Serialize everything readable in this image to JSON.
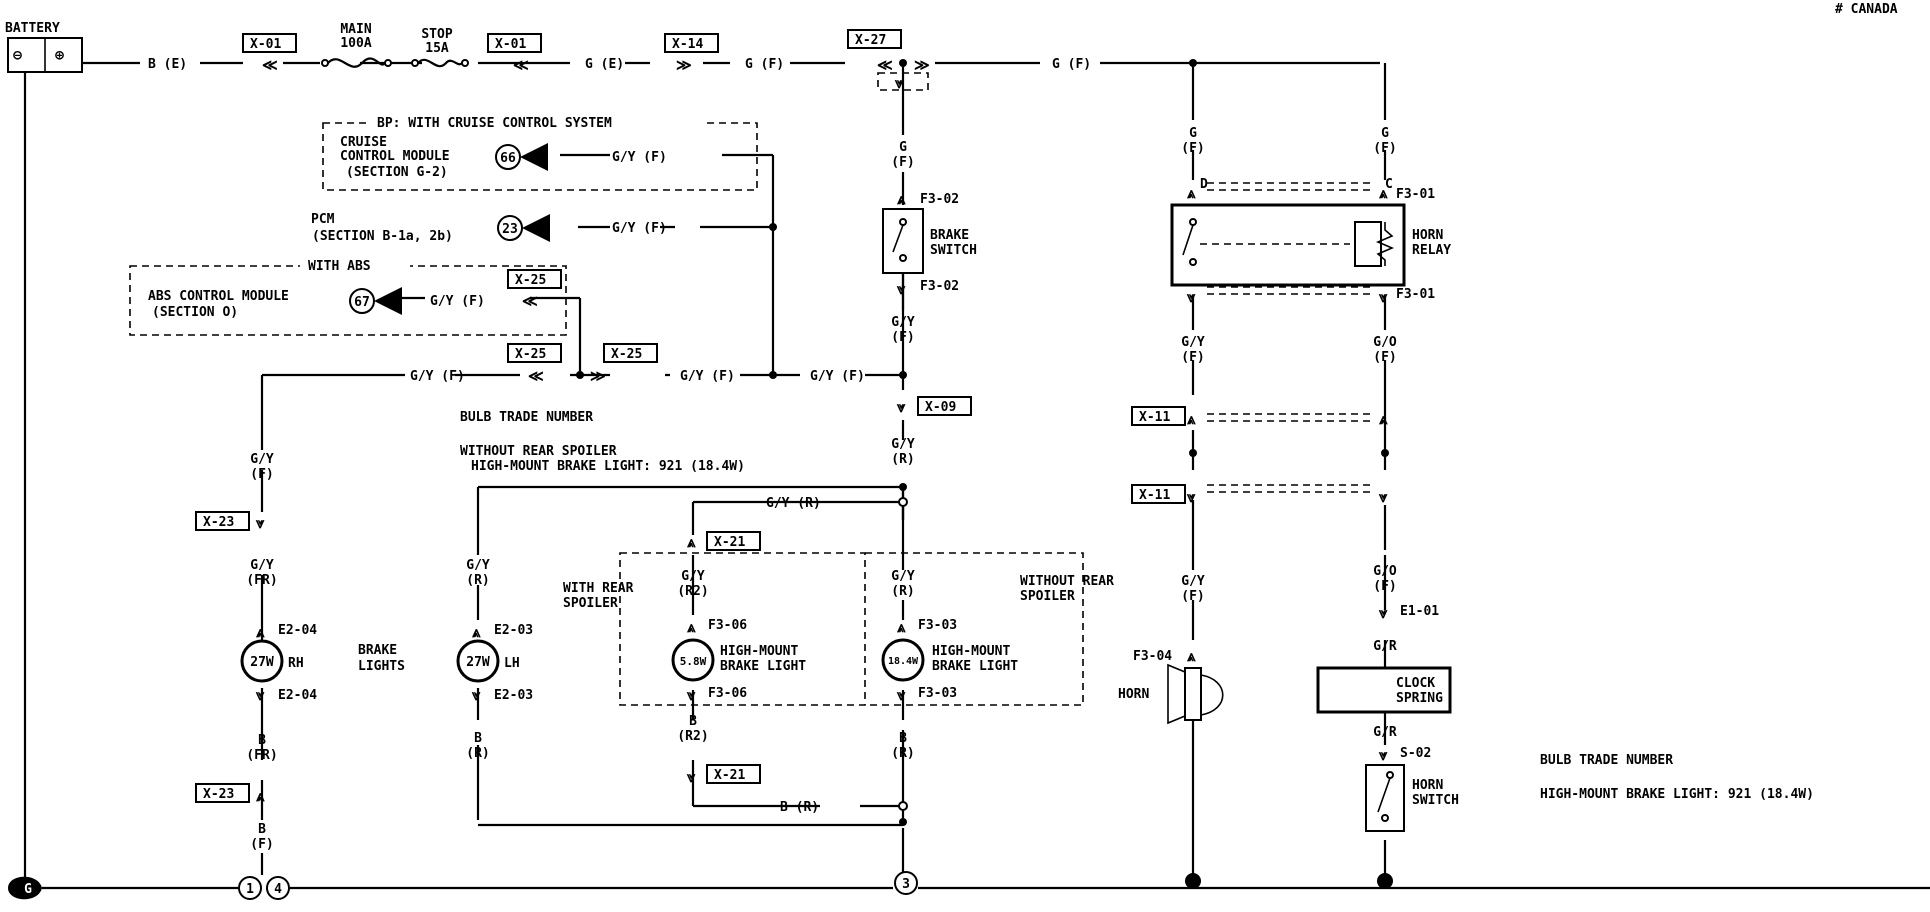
{
  "header": {
    "note": "# CANADA"
  },
  "battery": {
    "label": "BATTERY",
    "neg": "⊖",
    "pos": "⊕"
  },
  "top_line": {
    "w_be": "B (E)",
    "main_fuse": [
      "MAIN",
      "100A"
    ],
    "stop_fuse": [
      "STOP",
      "15A"
    ],
    "w_ge": "G (E)",
    "w_gf1": "G (F)",
    "w_gf2": "G (F)"
  },
  "connectors": {
    "x01": "X-01",
    "x14": "X-14",
    "x27": "X-27",
    "x09": "X-09",
    "x25": "X-25",
    "x23": "X-23",
    "x21": "X-21",
    "x11": "X-11"
  },
  "modules": {
    "bp_header": "BP: WITH CRUISE CONTROL SYSTEM",
    "cruise": [
      "CRUISE",
      "CONTROL MODULE",
      "(SECTION G-2)"
    ],
    "cruise_pin": "66",
    "pcm": [
      "PCM",
      "(SECTION B-1a, 2b)"
    ],
    "pcm_pin": "23",
    "abs_header": "WITH ABS",
    "abs": [
      "ABS CONTROL MODULE",
      "(SECTION O)"
    ],
    "abs_pin": "67",
    "w_gyf": "G/Y (F)"
  },
  "brake_switch": {
    "label": [
      "BRAKE",
      "SWITCH"
    ],
    "conn_top": "F3-02",
    "conn_bot": "F3-02",
    "w_g": [
      "G",
      "(F)"
    ],
    "w_gy": [
      "G/Y",
      "(F)"
    ],
    "w_gyr": [
      "G/Y",
      "(R)"
    ]
  },
  "bulb_note_left": {
    "title": "BULB TRADE NUMBER",
    "line1": "WITHOUT REAR SPOILER",
    "line2": "HIGH-MOUNT BRAKE LIGHT:   921 (18.4W)"
  },
  "brake_lights": {
    "group_label": [
      "BRAKE",
      "LIGHTS"
    ],
    "rh_watt": "27W",
    "rh_side": "RH",
    "rh_conn": "E2-04",
    "lh_watt": "27W",
    "lh_side": "LH",
    "lh_conn": "E2-03",
    "w_gy_f": [
      "G/Y",
      "(F)"
    ],
    "w_gy_fr": [
      "G/Y",
      "(FR)"
    ],
    "w_b_fr": [
      "B",
      "(FR)"
    ],
    "w_b_f": [
      "B",
      "(F)"
    ],
    "w_gy_r": [
      "G/Y",
      "(R)"
    ],
    "w_b_r": [
      "B",
      "(R)"
    ],
    "ground1": "1",
    "ground4": "4",
    "ground3": "3"
  },
  "high_mount": {
    "with_spoiler": [
      "WITH REAR",
      "SPOILER"
    ],
    "without_spoiler": [
      "WITHOUT REAR",
      "SPOILER"
    ],
    "hm_label": [
      "HIGH-MOUNT",
      "BRAKE LIGHT"
    ],
    "hm1_watt": "5.8W",
    "hm1_conn": "F3-06",
    "hm2_watt": "18.4W",
    "hm2_conn": "F3-03",
    "w_gy_r": "G/Y (R)",
    "w_gy_r2": [
      "G/Y",
      "(R2)"
    ],
    "w_b_r2": [
      "B",
      "(R2)"
    ],
    "w_b_r": "B (R)"
  },
  "horn": {
    "relay_label": [
      "HORN",
      "RELAY"
    ],
    "relay_conn": "F3-01",
    "term_d": "D",
    "term_c": "C",
    "w_g": [
      "G",
      "(F)"
    ],
    "w_gy": [
      "G/Y",
      "(F)"
    ],
    "w_go": [
      "G/O",
      "(F)"
    ],
    "horn_label": "HORN",
    "horn_conn": "F3-04",
    "e1_conn": "E1-01",
    "w_gr": "G/R",
    "clock_spring": [
      "CLOCK",
      "SPRING"
    ],
    "s02": "S-02",
    "horn_switch": [
      "HORN",
      "SWITCH"
    ]
  },
  "bulb_note_right": {
    "title": "BULB TRADE NUMBER",
    "line": "HIGH-MOUNT BRAKE LIGHT:    921 (18.4W)"
  },
  "ground_symbol": "G"
}
